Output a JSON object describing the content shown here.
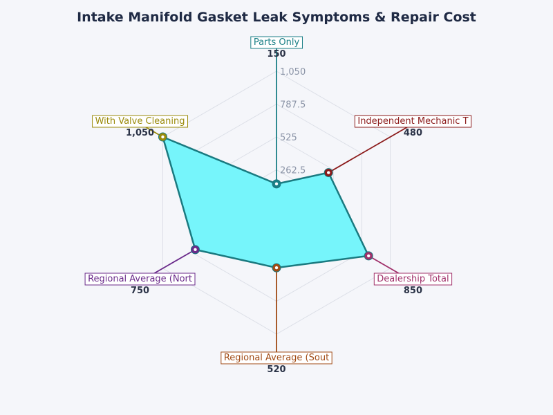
{
  "chart_data": {
    "type": "radar",
    "title": "Intake Manifold Gasket Leak Symptoms & Repair Cost",
    "range": [
      0,
      1050
    ],
    "ticks": [
      "262.5",
      "525",
      "787.5",
      "1,050"
    ],
    "tick_values": [
      262.5,
      525,
      787.5,
      1050
    ],
    "axes": [
      {
        "label": "Parts Only",
        "value": 150,
        "value_label": "150",
        "color": "#1a7f86"
      },
      {
        "label": "Independent Mechanic T",
        "value": 480,
        "value_label": "480",
        "color": "#8b1a1a"
      },
      {
        "label": "Dealership Total",
        "value": 850,
        "value_label": "850",
        "color": "#a0306a"
      },
      {
        "label": "Regional Average (Sout",
        "value": 520,
        "value_label": "520",
        "color": "#a04a14"
      },
      {
        "label": "Regional Average (Nort",
        "value": 750,
        "value_label": "750",
        "color": "#6a2a8a"
      },
      {
        "label": "With Valve Cleaning",
        "value": 1050,
        "value_label": "1,050",
        "color": "#9a8a0a"
      }
    ],
    "fill_color": "#76f5fb",
    "outline_color": "#1a7a80",
    "grid": true
  }
}
